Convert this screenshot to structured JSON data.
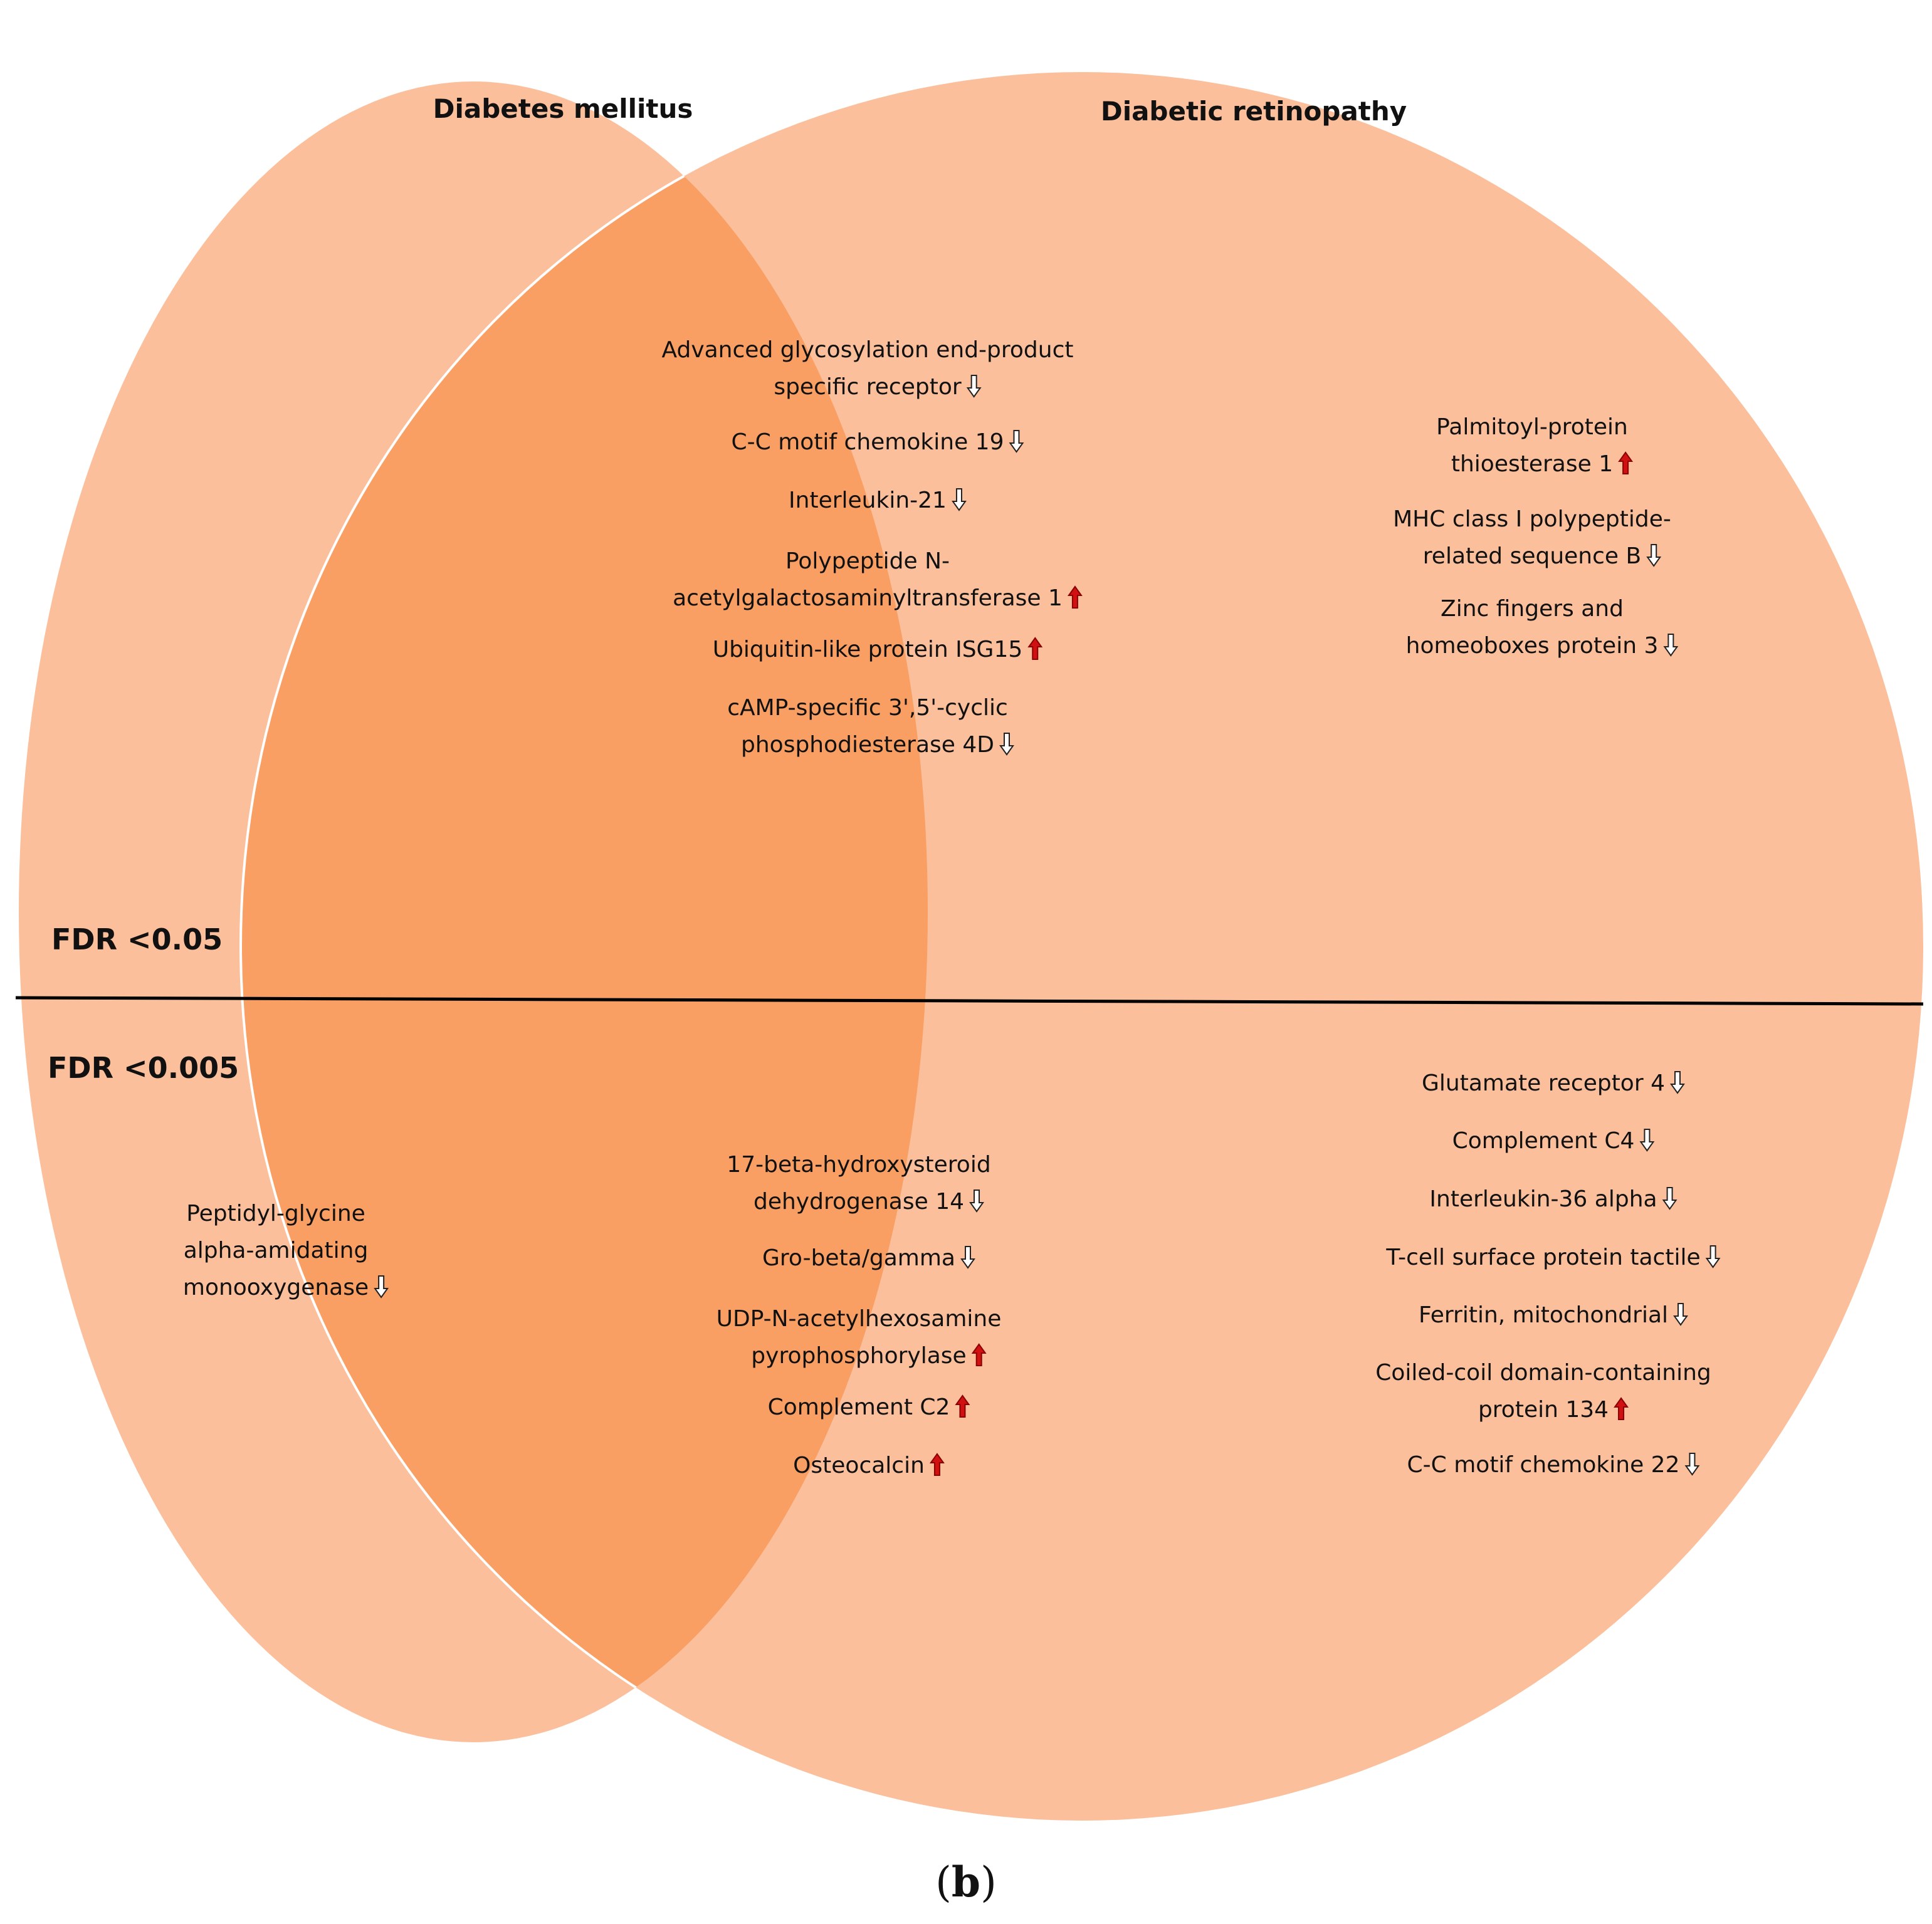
{
  "sets": {
    "left": "Diabetes mellitus",
    "right": "Diabetic retinopathy"
  },
  "thresholds": {
    "upper": "FDR <0.05",
    "lower": "FDR <0.005"
  },
  "panel_label_parts": [
    "(",
    "b",
    ")"
  ],
  "colors": {
    "set_fill": "#fcbf9b",
    "overlap_fill": "#f99f63",
    "divider": "#000000",
    "up_arrow": "#d11111",
    "down_arrow": "#ffffff"
  },
  "groups": {
    "overlap_fdr_005": [
      {
        "lines": [
          "Advanced glycosylation end-product",
          "specific receptor"
        ],
        "direction": "down"
      },
      {
        "lines": [
          "C-C motif chemokine 19"
        ],
        "direction": "down"
      },
      {
        "lines": [
          "Interleukin-21"
        ],
        "direction": "down"
      },
      {
        "lines": [
          "Polypeptide N-",
          "acetylgalactosaminyltransferase 1"
        ],
        "direction": "up"
      },
      {
        "lines": [
          "Ubiquitin-like protein ISG15"
        ],
        "direction": "up"
      },
      {
        "lines": [
          "cAMP-specific 3',5'-cyclic",
          "phosphodiesterase 4D"
        ],
        "direction": "down"
      }
    ],
    "retinopathy_fdr_005": [
      {
        "lines": [
          "Palmitoyl-protein",
          "thioesterase 1"
        ],
        "direction": "up"
      },
      {
        "lines": [
          "MHC class I polypeptide-",
          "related sequence B"
        ],
        "direction": "down"
      },
      {
        "lines": [
          "Zinc fingers and",
          "homeoboxes protein 3"
        ],
        "direction": "down"
      }
    ],
    "mellitus_fdr_0005": [
      {
        "lines": [
          "Peptidyl-glycine",
          "alpha-amidating",
          "monooxygenase"
        ],
        "direction": "down"
      }
    ],
    "overlap_fdr_0005": [
      {
        "lines": [
          "17-beta-hydroxysteroid",
          "dehydrogenase 14"
        ],
        "direction": "down"
      },
      {
        "lines": [
          "Gro-beta/gamma"
        ],
        "direction": "down"
      },
      {
        "lines": [
          "UDP-N-acetylhexosamine",
          "pyrophosphorylase"
        ],
        "direction": "up"
      },
      {
        "lines": [
          "Complement C2"
        ],
        "direction": "up"
      },
      {
        "lines": [
          "Osteocalcin"
        ],
        "direction": "up"
      }
    ],
    "retinopathy_fdr_0005": [
      {
        "lines": [
          "Glutamate receptor 4"
        ],
        "direction": "down"
      },
      {
        "lines": [
          "Complement C4"
        ],
        "direction": "down"
      },
      {
        "lines": [
          "Interleukin-36 alpha"
        ],
        "direction": "down"
      },
      {
        "lines": [
          "T-cell surface protein tactile"
        ],
        "direction": "down"
      },
      {
        "lines": [
          "Ferritin, mitochondrial"
        ],
        "direction": "down"
      },
      {
        "lines": [
          "Coiled-coil domain-containing",
          "protein 134"
        ],
        "direction": "up"
      },
      {
        "lines": [
          "C-C motif chemokine 22"
        ],
        "direction": "down"
      }
    ]
  }
}
